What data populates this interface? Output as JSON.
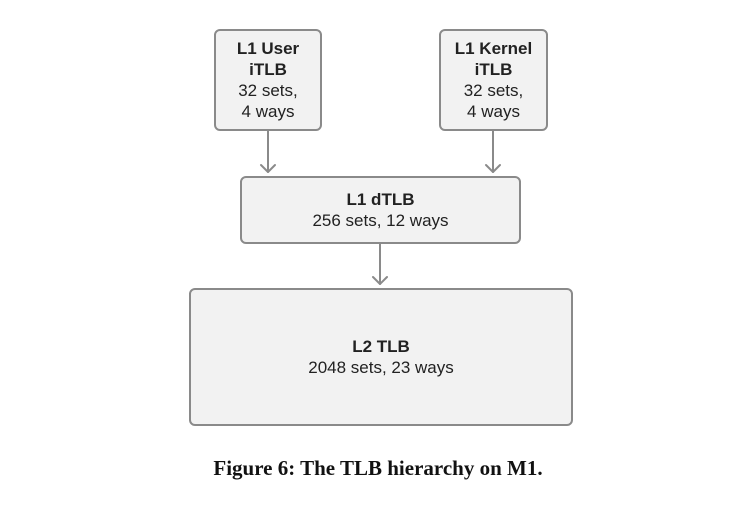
{
  "diagram": {
    "nodes": {
      "l1_user_itlb": {
        "title_line1": "L1 User",
        "title_line2": "iTLB",
        "detail_line1": "32 sets,",
        "detail_line2": "4 ways"
      },
      "l1_kernel_itlb": {
        "title_line1": "L1 Kernel",
        "title_line2": "iTLB",
        "detail_line1": "32 sets,",
        "detail_line2": "4 ways"
      },
      "l1_dtlb": {
        "title": "L1 dTLB",
        "detail": "256 sets, 12 ways"
      },
      "l2_tlb": {
        "title": "L2 TLB",
        "detail": "2048 sets, 23 ways"
      }
    },
    "edges": [
      {
        "from": "L1 User iTLB",
        "to": "L1 dTLB"
      },
      {
        "from": "L1 Kernel iTLB",
        "to": "L1 dTLB"
      },
      {
        "from": "L1 dTLB",
        "to": "L2 TLB"
      }
    ],
    "colors": {
      "box_fill": "#f2f2f2",
      "box_border": "#8a8a8a",
      "arrow": "#8a8a8a"
    }
  },
  "caption": "Figure 6: The TLB hierarchy on M1."
}
